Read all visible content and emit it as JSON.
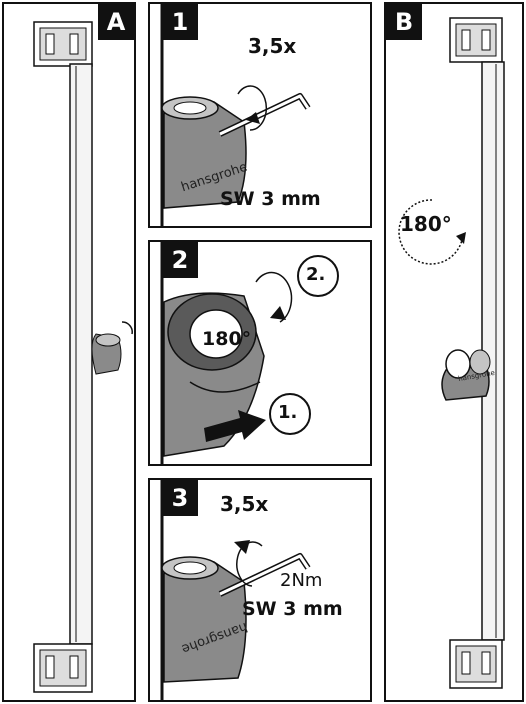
{
  "panels": {
    "A": {
      "badge": "A"
    },
    "step1": {
      "badge": "1",
      "repeat": "3,5x",
      "brand": "hansgrohe",
      "tool": "SW 3 mm"
    },
    "step2": {
      "badge": "2",
      "angle": "180°",
      "step_a": "2.",
      "step_b": "1."
    },
    "step3": {
      "badge": "3",
      "repeat": "3,5x",
      "torque": "2Nm",
      "brand": "hansgrohe",
      "tool": "SW 3 mm"
    },
    "B": {
      "badge": "B",
      "angle": "180°",
      "brand": "hansgrohe"
    }
  },
  "colors": {
    "ink": "#111111",
    "clamp_gray": "#8a8a8a",
    "clamp_dark": "#5a5a5a",
    "clamp_light": "#c4c4c4",
    "bar_fill": "#f4f4f4"
  }
}
